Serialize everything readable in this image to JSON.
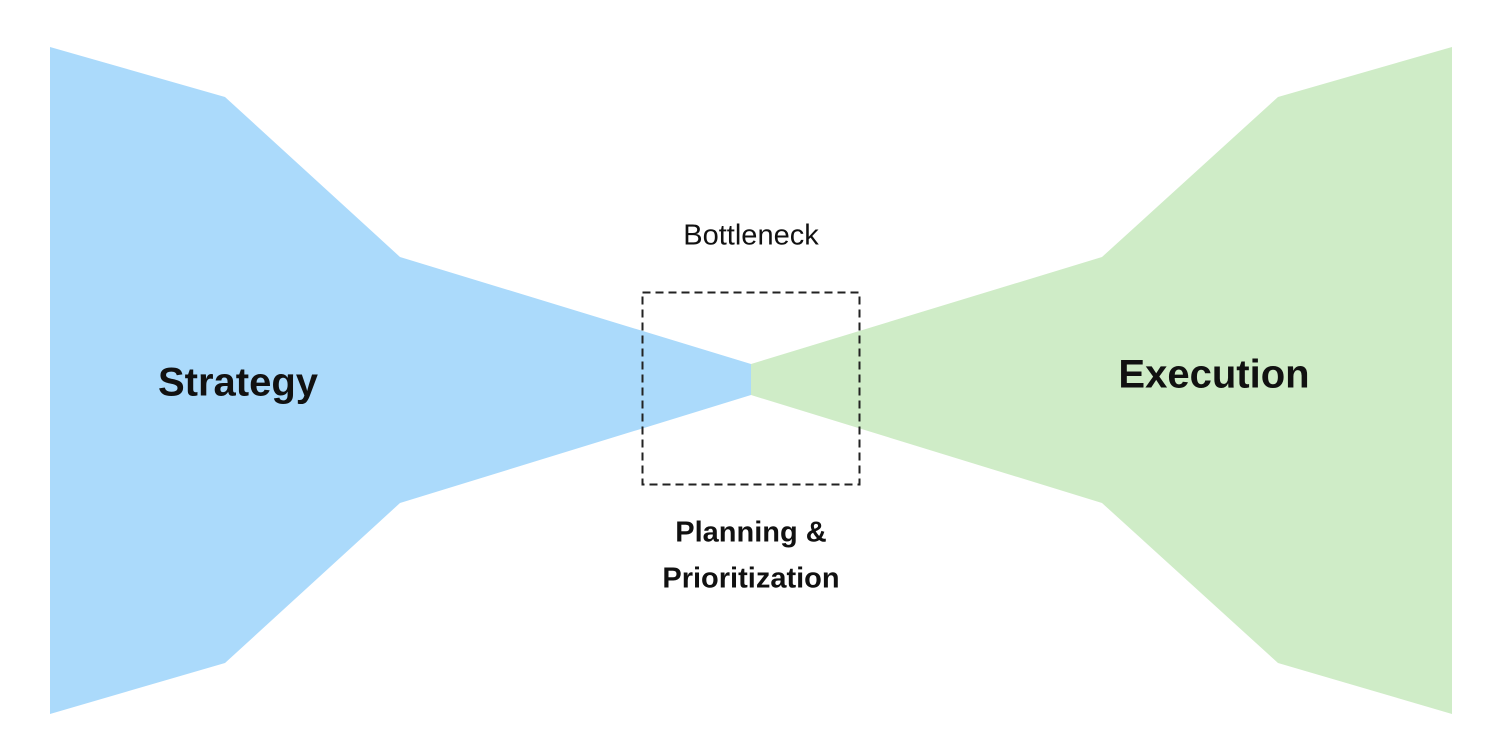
{
  "diagram": {
    "left_block": {
      "label": "Strategy",
      "color": "#abdafb"
    },
    "right_block": {
      "label": "Execution",
      "color": "#cfecc7"
    },
    "bottleneck": {
      "top_label": "Bottleneck",
      "bottom_label_line1": "Planning &",
      "bottom_label_line2": "Prioritization",
      "border_color": "#222222"
    }
  }
}
